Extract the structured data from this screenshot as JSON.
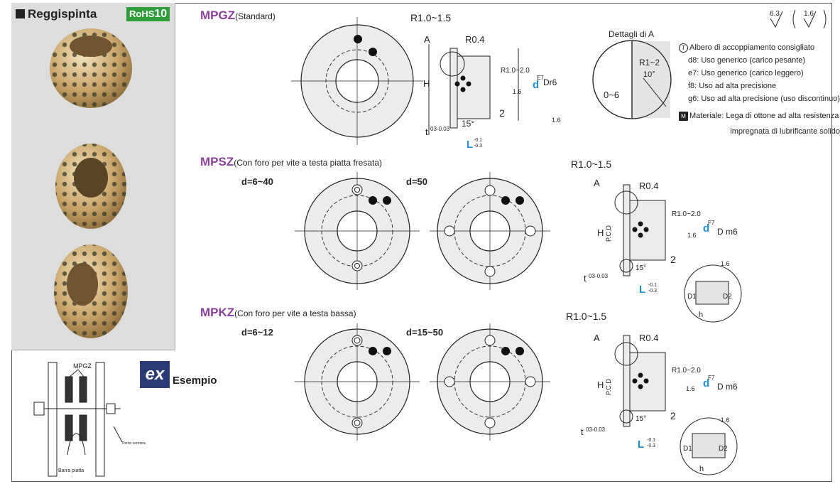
{
  "title": "Reggispinta",
  "rohs": {
    "prefix": "RoHS",
    "num": "10"
  },
  "sections": {
    "mpgz": {
      "code": "MPGZ",
      "sub": "(Standard)"
    },
    "mpsz": {
      "code": "MPSZ",
      "sub": "(Con foro per vite a testa piatta fresata)",
      "d1": "d=6~40",
      "d2": "d=50"
    },
    "mpkz": {
      "code": "MPKZ",
      "sub": "(Con foro per vite a testa bassa)",
      "d1": "d=6~12",
      "d2": "d=15~50"
    }
  },
  "dims": {
    "r_big": "R1.0~1.5",
    "r_small": "R0.4",
    "a": "A",
    "h": "H",
    "r_inner": "R1.0~2.0",
    "d": "d",
    "d_e7": "E7",
    "d_f7": "F7",
    "Dr6": "Dr6",
    "Dm6": "D m6",
    "rough": "1.6",
    "two": "2",
    "angle": "15°",
    "t": "t",
    "t_tol": "03-0.03",
    "L": "L",
    "L_tol_top": "-0.1",
    "L_tol_bot": "-0.3",
    "pcd": "P.C.D",
    "D1": "D1",
    "D2": "D2",
    "h_small": "h"
  },
  "detail": {
    "title": "Dettagli di A",
    "r": "R1~2",
    "angle": "10°",
    "dim": "0~6"
  },
  "roughness": {
    "a": "6.3",
    "b": "1.6"
  },
  "notes": {
    "shaft_title": "Albero di accoppiamento consigliato",
    "items": [
      "d8: Uso generico (carico pesante)",
      "e7: Uso generico (carico leggero)",
      "f8: Uso ad alta precisione",
      "g6: Uso ad alta precisione (uso discontinuo)"
    ],
    "material": "Materiale: Lega di ottone ad alta resistenza",
    "material2": "impregnata di lubrificante solido",
    "m_icon": "M"
  },
  "example": {
    "ex": "ex",
    "label": "Esempio",
    "part": "MPGZ",
    "bar": "Barra piatta",
    "pin": "Perno cerniera"
  }
}
